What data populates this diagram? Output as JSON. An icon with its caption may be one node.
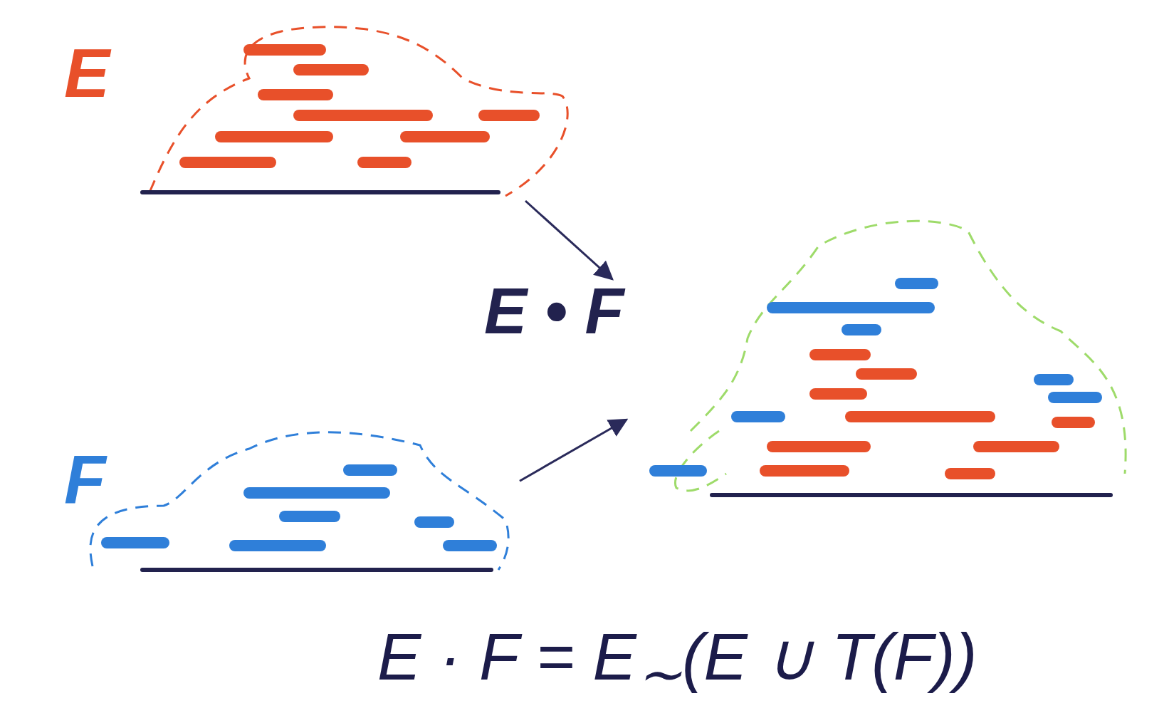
{
  "diagram": {
    "nodes": [
      {
        "text": [
          "E"
        ]
      },
      {
        "text": [
          "F"
        ]
      },
      {
        "text": [
          "E • F"
        ]
      },
      {
        "text": [],
        "shape": "cloud"
      }
    ],
    "edges": [
      {
        "from": 0,
        "to": 2,
        "arrow": "to"
      },
      {
        "from": 1,
        "to": 3,
        "arrow": "to"
      }
    ],
    "labels": [
      "E · F = E$_{∼}$(E ∪ T(F))"
    ]
  }
}
